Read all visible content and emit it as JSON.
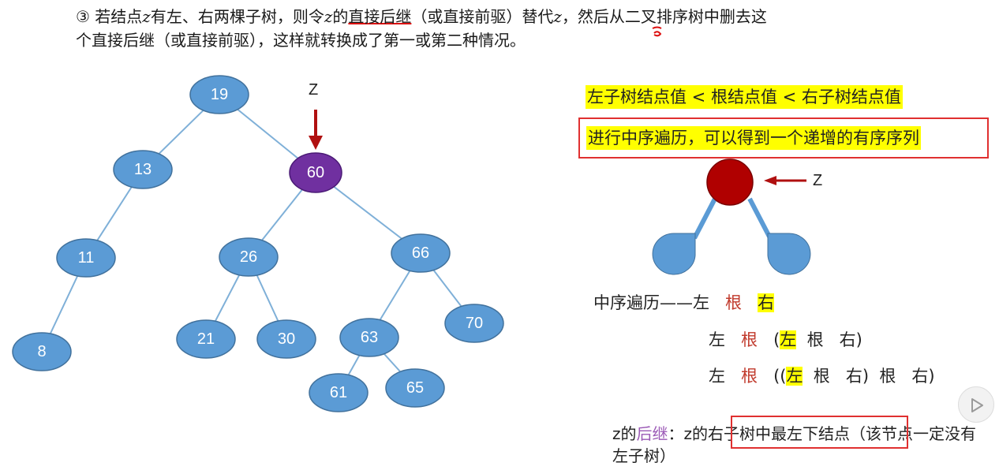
{
  "paragraph": {
    "line1_prefix": "③ 若结点",
    "z1": "z",
    "line1_mid1": "有左、右两棵子树，则令",
    "z2": "z",
    "line1_mid2": "的",
    "underlined": "直接后继",
    "line1_mid3": "（或直接前驱）替代",
    "z3": "z",
    "line1_end": "，然后从二叉排序树中删去这",
    "line2": "个直接后继（或直接前驱），这样就转换成了第一或第二种情况。"
  },
  "tree": {
    "pointer_label": "Z",
    "nodes": [
      {
        "id": "n19",
        "label": "19",
        "highlight": false
      },
      {
        "id": "n13",
        "label": "13",
        "highlight": false
      },
      {
        "id": "n60",
        "label": "60",
        "highlight": true
      },
      {
        "id": "n11",
        "label": "11",
        "highlight": false
      },
      {
        "id": "n26",
        "label": "26",
        "highlight": false
      },
      {
        "id": "n66",
        "label": "66",
        "highlight": false
      },
      {
        "id": "n8",
        "label": "8",
        "highlight": false
      },
      {
        "id": "n21",
        "label": "21",
        "highlight": false
      },
      {
        "id": "n30",
        "label": "30",
        "highlight": false
      },
      {
        "id": "n63",
        "label": "63",
        "highlight": false
      },
      {
        "id": "n70",
        "label": "70",
        "highlight": false
      },
      {
        "id": "n61",
        "label": "61",
        "highlight": false
      },
      {
        "id": "n65",
        "label": "65",
        "highlight": false
      }
    ],
    "edges": [
      [
        "n19",
        "n13"
      ],
      [
        "n19",
        "n60"
      ],
      [
        "n13",
        "n11"
      ],
      [
        "n11",
        "n8"
      ],
      [
        "n60",
        "n26"
      ],
      [
        "n60",
        "n66"
      ],
      [
        "n26",
        "n21"
      ],
      [
        "n26",
        "n30"
      ],
      [
        "n66",
        "n63"
      ],
      [
        "n66",
        "n70"
      ],
      [
        "n63",
        "n61"
      ],
      [
        "n63",
        "n65"
      ]
    ]
  },
  "right": {
    "rule1": "左子树结点值 < 根结点值 < 右子树结点值",
    "rule2": "进行中序遍历，可以得到一个递增的有序序列",
    "mini_z": "Z",
    "inorder": {
      "r1_lead": "中序遍历——左",
      "r1_root": "根",
      "r1_right": "右",
      "r2_left": "左",
      "r2_root": "根",
      "r2_open": "(",
      "r2_hl": "左",
      "r2_rest": "  根   右)",
      "r3_left": "左",
      "r3_root": "根",
      "r3_open": "((",
      "r3_hl": "左",
      "r3_rest": "  根   右)  根   右)"
    },
    "successor": {
      "z": "z",
      "de1": "的",
      "word": "后继",
      "colon": "：z的",
      "boxed": "右子树中最左下结点",
      "tail": "（该节点一定没有左子树）"
    }
  },
  "colors": {
    "node_fill": "#5b9bd5",
    "node_stroke": "#41719c",
    "edge": "#7fb0d8",
    "highlight_fill": "#7030a0",
    "arrow": "#b01010",
    "mini_root": "#b00000"
  }
}
